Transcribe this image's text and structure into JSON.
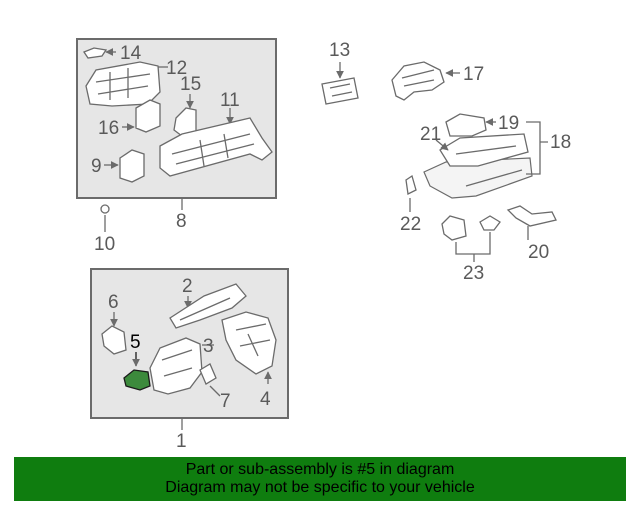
{
  "diagram": {
    "callouts": [
      "14",
      "12",
      "15",
      "11",
      "16",
      "9",
      "8",
      "10",
      "13",
      "17",
      "19",
      "21",
      "18",
      "22",
      "20",
      "23",
      "6",
      "2",
      "5",
      "3",
      "7",
      "4",
      "1"
    ],
    "highlighted_callout": "5",
    "colors": {
      "highlight": "#3c8a3c",
      "banner": "#0f7d0f",
      "box": "#e6e6e6",
      "line": "#6b6b6b"
    }
  },
  "banner": {
    "line1": "Part or sub-assembly is #5 in diagram",
    "line2": "Diagram may not be specific to your vehicle"
  }
}
